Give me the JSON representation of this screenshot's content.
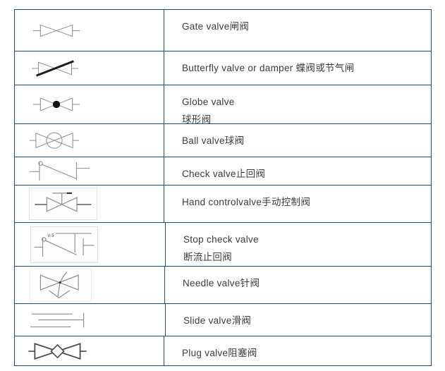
{
  "table": {
    "border_color": "#1d5070",
    "text_color": "#3c3c3c",
    "rows": [
      {
        "icon": "gate-valve-symbol",
        "lines": [
          "Gate valve闸阀"
        ]
      },
      {
        "icon": "butterfly-valve-symbol",
        "lines": [
          "Butterfly valve or damper 蝶阀或节气闸"
        ]
      },
      {
        "icon": "globe-valve-symbol",
        "lines": [
          "Globe valve",
          "球形阀"
        ]
      },
      {
        "icon": "ball-valve-symbol",
        "lines": [
          "Ball valve球阀"
        ]
      },
      {
        "icon": "check-valve-symbol",
        "lines": [
          "Check valve止回阀"
        ]
      },
      {
        "icon": "hand-control-valve-symbol",
        "lines": [
          "Hand controlvalve手动控制阀"
        ]
      },
      {
        "icon": "stop-check-valve-symbol",
        "lines": [
          "Stop check valve",
          "断流止回阀"
        ],
        "annotation": "V-5"
      },
      {
        "icon": "needle-valve-symbol",
        "lines": [
          "Needle valve针阀"
        ]
      },
      {
        "icon": "slide-valve-symbol",
        "lines": [
          "Slide valve滑阀"
        ]
      },
      {
        "icon": "plug-valve-symbol",
        "lines": [
          "Plug valve阻塞阀"
        ]
      }
    ]
  }
}
